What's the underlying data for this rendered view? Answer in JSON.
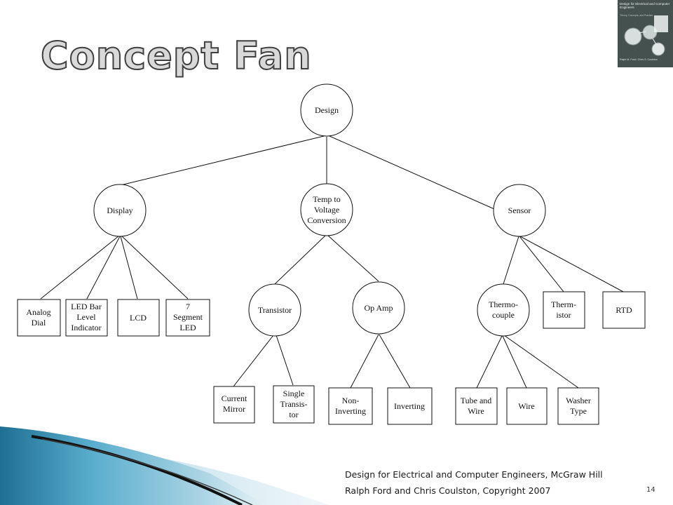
{
  "slide": {
    "title": "Concept Fan",
    "number": "14",
    "citation_line1": "Design for Electrical and Computer Engineers, McGraw Hill",
    "citation_line2": "Ralph Ford and Chris Coulston, Copyright 2007"
  },
  "book_cover": {
    "title": "Design for Electrical and Computer Engineers",
    "subtitle": "Theory, Concepts, and Practice",
    "authors": "Ralph M. Ford / Chris S. Coulston"
  },
  "diagram": {
    "root": {
      "label": "Design"
    },
    "display": {
      "label": "Display",
      "children": [
        {
          "lines": [
            "Analog",
            "Dial"
          ]
        },
        {
          "lines": [
            "LED Bar",
            "Level",
            "Indicator"
          ]
        },
        {
          "lines": [
            "LCD"
          ]
        },
        {
          "lines": [
            "7",
            "Segment",
            "LED"
          ]
        }
      ]
    },
    "conversion": {
      "lines": [
        "Temp to",
        "Voltage",
        "Conversion"
      ],
      "transistor": {
        "label": "Transistor",
        "children": [
          {
            "lines": [
              "Current",
              "Mirror"
            ]
          },
          {
            "lines": [
              "Single",
              "Transis-",
              "tor"
            ]
          }
        ]
      },
      "opamp": {
        "label": "Op Amp",
        "children": [
          {
            "lines": [
              "Non-",
              "Inverting"
            ]
          },
          {
            "lines": [
              "Inverting"
            ]
          }
        ]
      }
    },
    "sensor": {
      "label": "Sensor",
      "thermocouple": {
        "lines": [
          "Thermo-",
          "couple"
        ],
        "children": [
          {
            "lines": [
              "Tube and",
              "Wire"
            ]
          },
          {
            "lines": [
              "Wire"
            ]
          },
          {
            "lines": [
              "Washer",
              "Type"
            ]
          }
        ]
      },
      "thermistor": {
        "lines": [
          "Therm-",
          "istor"
        ]
      },
      "rtd": {
        "lines": [
          "RTD"
        ]
      }
    }
  },
  "colors": {
    "line": "#111111",
    "title_fill": "#d9d9d9",
    "title_stroke": "#404040",
    "wave_light": "#cfe6ef",
    "wave_mid": "#5aaecd",
    "wave_dark": "#1f6f93"
  }
}
